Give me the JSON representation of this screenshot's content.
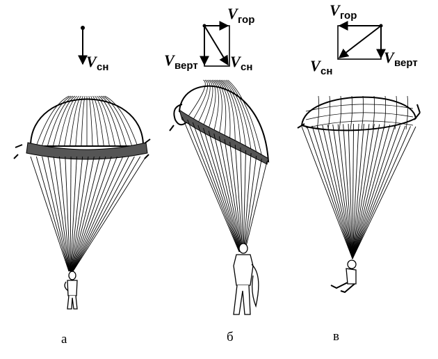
{
  "figure": {
    "a": {
      "caption": "а",
      "vector": {
        "symbol": "V",
        "sub": "сн"
      }
    },
    "b": {
      "caption": "б",
      "vectors": {
        "horizontal": {
          "symbol": "V",
          "sub": "гор"
        },
        "vertical": {
          "symbol": "V",
          "sub": "верт"
        },
        "descent": {
          "symbol": "V",
          "sub": "сн"
        }
      }
    },
    "c": {
      "caption": "в",
      "vectors": {
        "horizontal": {
          "symbol": "V",
          "sub": "гор"
        },
        "descent": {
          "symbol": "V",
          "sub": "сн"
        },
        "vertical": {
          "symbol": "V",
          "sub": "верт"
        }
      }
    }
  }
}
